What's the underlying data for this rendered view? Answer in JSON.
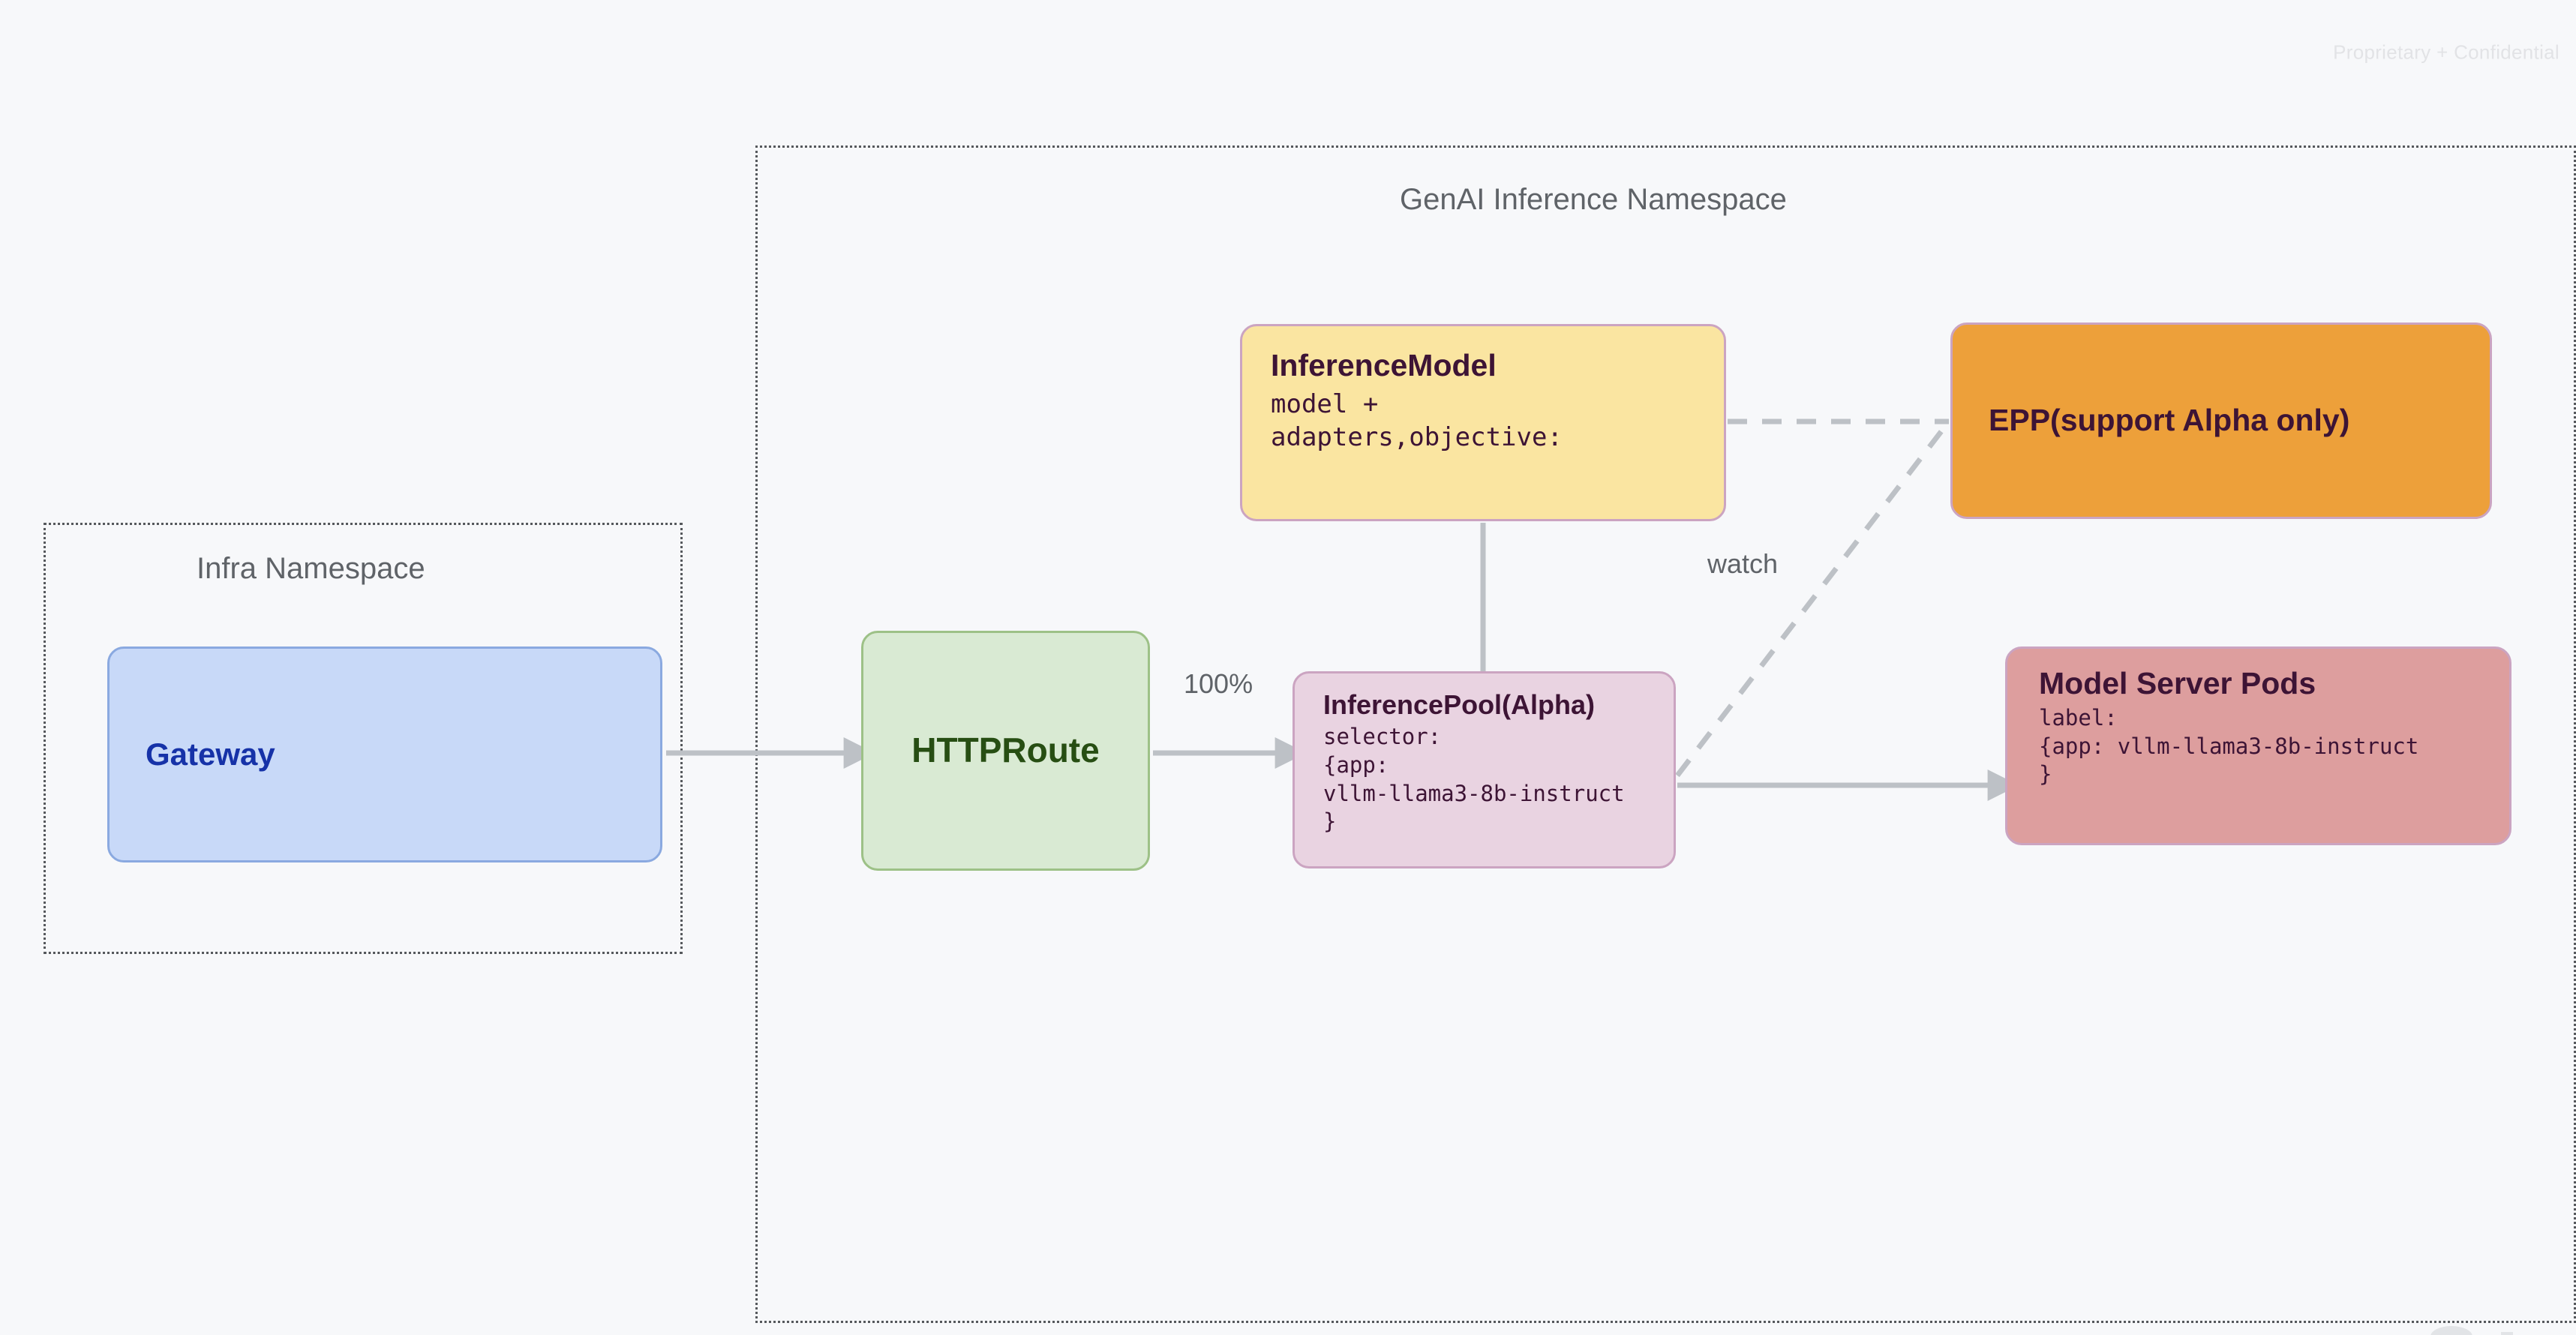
{
  "page": {
    "watermark": "Proprietary + Confidential",
    "background_color": "#f7f8fa"
  },
  "namespaces": [
    {
      "key": "infra",
      "title": "Infra Namespace",
      "border_style": "dotted",
      "border_color": "#55585c"
    },
    {
      "key": "genai",
      "title": "GenAI Inference Namespace",
      "border_style": "dotted",
      "border_color": "#55585c"
    }
  ],
  "nodes": {
    "gateway": {
      "title": "Gateway",
      "fill": "#c8d9f8",
      "border": "#8aa9e0",
      "text_color": "#1632a8"
    },
    "httproute": {
      "title": "HTTPRoute",
      "fill": "#d9ead3",
      "border": "#9dc187",
      "text_color": "#274e13"
    },
    "inference_model": {
      "title": "InferenceModel",
      "lines": [
        "model +",
        "adapters,objective:"
      ],
      "fill": "#fae5a1",
      "border": "#cba4c1",
      "text_color": "#3d1435"
    },
    "inference_pool": {
      "title": "InferencePool(Alpha)",
      "lines": [
        "selector:",
        "{app:",
        "vllm-llama3-8b-instruct",
        "}"
      ],
      "fill": "#e9d3e1",
      "border": "#cba4c1",
      "text_color": "#3d1435"
    },
    "epp": {
      "title": "EPP(support Alpha only)",
      "fill": "#eda03a",
      "border": "#cba4c1",
      "text_color": "#3d1435"
    },
    "model_server_pods": {
      "title": "Model Server Pods",
      "lines": [
        "label:",
        "{app: vllm-llama3-8b-instruct",
        "}"
      ],
      "fill": "#dd9e9e",
      "border": "#cba4c1",
      "text_color": "#3d1435"
    }
  },
  "edges": {
    "gateway_to_httproute": {
      "label": "",
      "style": "solid",
      "arrow": true
    },
    "httproute_to_pool": {
      "label": "100%",
      "style": "solid",
      "arrow": true
    },
    "model_to_pool": {
      "label": "",
      "style": "solid",
      "arrow": false
    },
    "model_to_epp": {
      "label": "",
      "style": "dashed",
      "arrow": false
    },
    "pool_to_epp": {
      "label": "watch",
      "style": "dashed",
      "arrow": false
    },
    "pool_to_pods": {
      "label": "",
      "style": "solid",
      "arrow": true
    }
  },
  "edge_labels": {
    "percent": "100%",
    "watch": "watch"
  },
  "colors": {
    "line": "#bdc1c6",
    "namespace_text": "#5f6368"
  }
}
